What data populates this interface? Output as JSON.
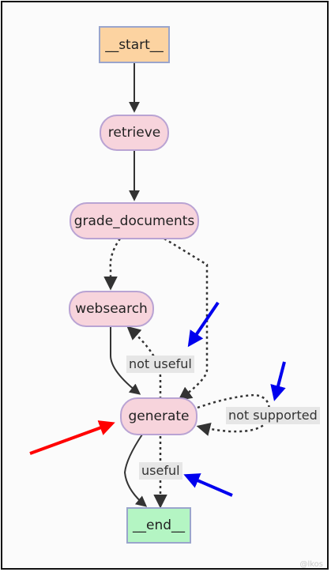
{
  "nodes": {
    "start": "__start__",
    "retrieve": "retrieve",
    "grade_documents": "grade_documents",
    "websearch": "websearch",
    "generate": "generate",
    "end": "__end__"
  },
  "edge_labels": {
    "not_useful": "not useful",
    "not_supported": "not supported",
    "useful": "useful"
  },
  "colors": {
    "start_fill": "#fcd3a1",
    "node_fill": "#f7d4dc",
    "end_fill": "#b4f5c3",
    "highlight_red": "#ff0000",
    "highlight_blue": "#0000ee"
  },
  "watermark": "@lkos"
}
